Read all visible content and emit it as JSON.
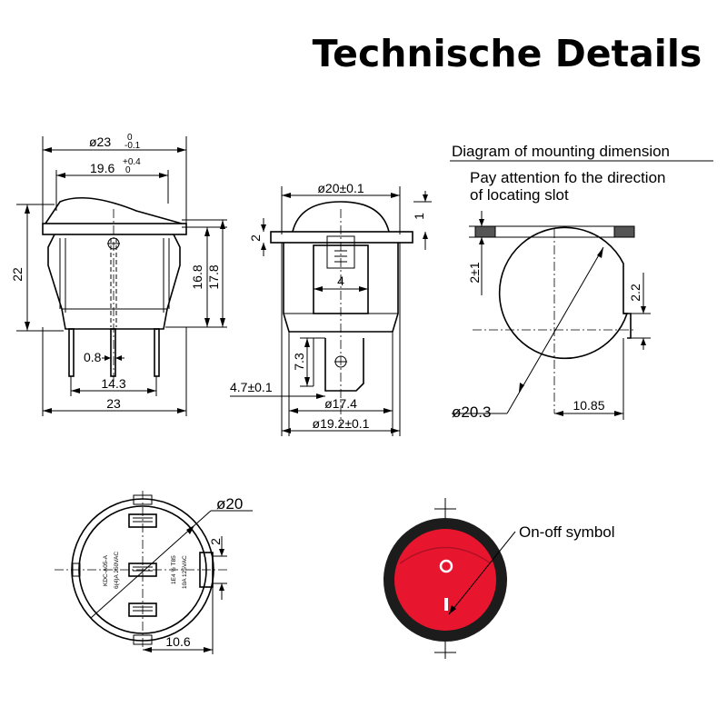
{
  "title": "Technische Details",
  "notes": {
    "mounting_title": "Diagram of mounting dimension",
    "slot_line1": "Pay attention fo the direction",
    "slot_line2": "of locating slot",
    "onoff": "On-off symbol"
  },
  "front_view": {
    "d_outer": "ø23",
    "d_outer_tol": {
      "upper": "0",
      "lower": "-0.1"
    },
    "w_rocker": "19.6",
    "w_rocker_tol": {
      "upper": "+0.4",
      "lower": "0"
    },
    "h_total": "22",
    "h_body": "16.8",
    "h_body2": "17.8",
    "pin_w": "0.8",
    "pin_span": "14.3",
    "base_w": "23"
  },
  "side_view": {
    "d_top": "ø20±0.1",
    "h_flange": "2",
    "h_cap": "1",
    "w_pin": "4",
    "h_slot": "7.3",
    "off": "4.7±0.1",
    "d_body": "ø17.4",
    "d_base": "ø19.2±0.1"
  },
  "mount": {
    "h_ring": "2±1",
    "d_hole": "ø20.3",
    "slot_h": "2.2",
    "slot_w": "10.85"
  },
  "bottom_view": {
    "diameter": "ø20",
    "h_side": "2",
    "width": "10.6",
    "marking": [
      "KDC-A05-A",
      "6(4)A 250VAC",
      "1E4 ½ T85",
      "10A 125VAC"
    ]
  },
  "colors": {
    "ink": "#000000",
    "rocker_red": "#e8152e",
    "rocker_ring": "#1c1c1c",
    "symbol_white": "#ffffff"
  }
}
